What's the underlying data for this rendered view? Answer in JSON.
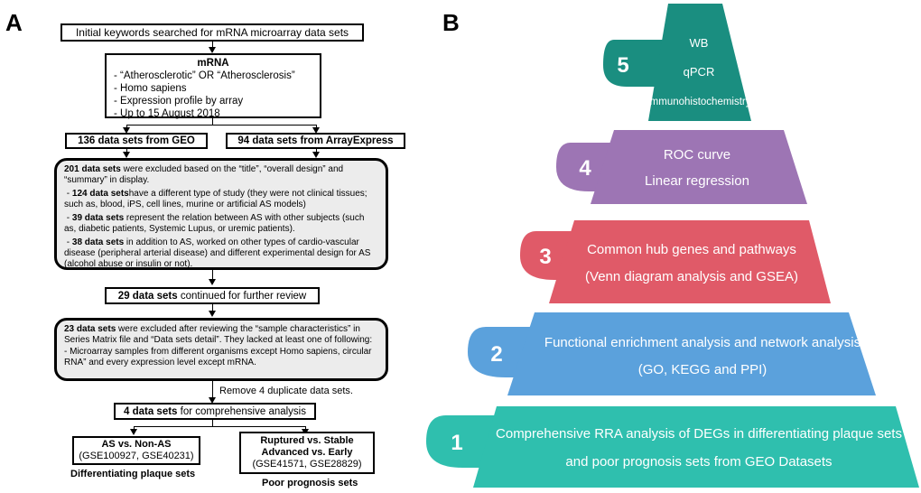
{
  "panel_a": {
    "letter": "A",
    "initial_box": "Initial keywords searched for mRNA microarray data sets",
    "mrna_box": {
      "title": "mRNA",
      "lines": [
        "- “Atherosclerotic” OR “Atherosclerosis”",
        "- Homo sapiens",
        "- Expression profile by array",
        "- Up to 15 August 2018"
      ]
    },
    "geo_box": "136 data sets from GEO",
    "arrayexpress_box": "94 data sets from ArrayExpress",
    "exclusion1": {
      "intro_bold": "201 data sets",
      "intro_text": " were excluded based on the “title”, “overall design” and “summary” in display.",
      "items": [
        {
          "bold": "124 data sets",
          "text": "have a different type of study (they were not clinical tissues; such as, blood, iPS, cell lines, murine or artificial AS models)"
        },
        {
          "bold": "39 data sets",
          "text": " represent the relation between AS with other subjects (such as, diabetic patients, Systemic Lupus, or uremic patients)."
        },
        {
          "bold": "38 data sets",
          "text": " in addition to AS, worked on other types of cardio-vascular disease (peripheral arterial disease) and different experimental design for AS (alcohol abuse or insulin or not)."
        }
      ]
    },
    "continued_box": {
      "bold": "29 data sets",
      "text": " continued for further review"
    },
    "exclusion2": {
      "bold": "23 data sets",
      "text": " were excluded after reviewing the “sample characteristics” in Series Matrix file and “Data sets detail”. They lacked at least one of following:",
      "item": "- Microarray samples from different organisms except Homo sapiens, circular RNA” and every expression level except mRNA."
    },
    "remove_note": "Remove 4 duplicate data sets.",
    "final_box": {
      "bold": "4 data sets",
      "text": " for comprehensive analysis"
    },
    "left_result": {
      "title": "AS vs. Non-AS",
      "ids": "(GSE100927, GSE40231)",
      "caption": "Differentiating plaque sets"
    },
    "right_result": {
      "title1": "Ruptured vs. Stable",
      "title2": "Advanced vs. Early",
      "ids": "(GSE41571, GSE28829)",
      "caption": "Poor prognosis sets"
    }
  },
  "panel_b": {
    "letter": "B",
    "levels": [
      {
        "number": "5",
        "color": "#1a8e80",
        "lines": [
          "WB",
          "qPCR",
          "Immunohistochemistry"
        ]
      },
      {
        "number": "4",
        "color": "#9d75b4",
        "lines": [
          "ROC curve",
          "Linear regression"
        ]
      },
      {
        "number": "3",
        "color": "#e05a68",
        "lines": [
          "Common hub genes and pathways",
          "(Venn diagram analysis and GSEA)"
        ]
      },
      {
        "number": "2",
        "color": "#5ba1dc",
        "lines": [
          "Functional enrichment analysis and network analysis",
          "(GO, KEGG and PPI)"
        ]
      },
      {
        "number": "1",
        "color": "#2fbfae",
        "lines": [
          "Comprehensive RRA analysis of DEGs in differentiating plaque sets",
          "and poor prognosis sets from GEO Datasets"
        ]
      }
    ]
  }
}
